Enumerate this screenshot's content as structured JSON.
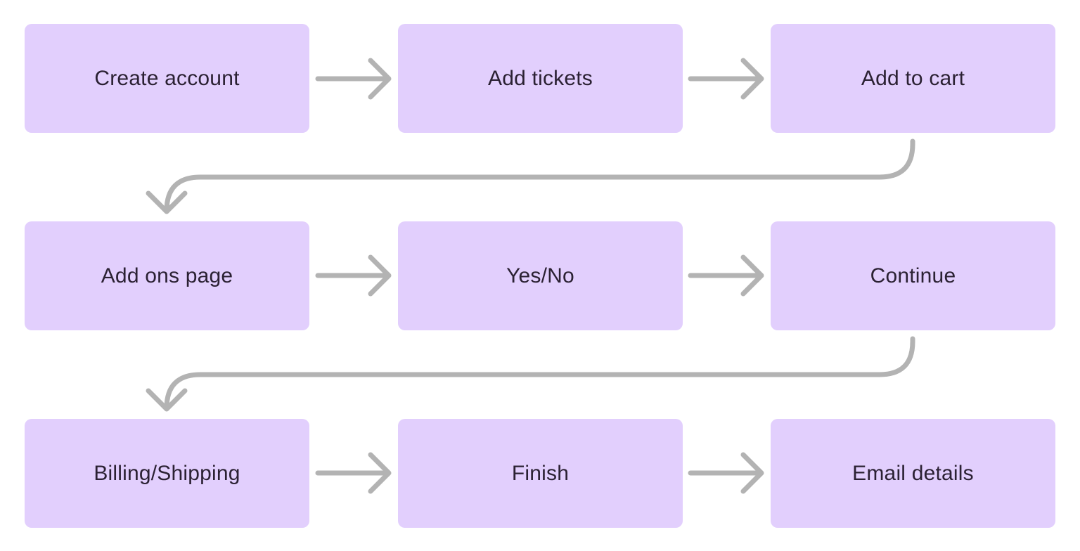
{
  "flow": {
    "nodes": [
      {
        "label": "Create account"
      },
      {
        "label": "Add tickets"
      },
      {
        "label": "Add to cart"
      },
      {
        "label": "Add ons page"
      },
      {
        "label": "Yes/No"
      },
      {
        "label": "Continue"
      },
      {
        "label": "Billing/Shipping"
      },
      {
        "label": "Finish"
      },
      {
        "label": "Email details"
      }
    ]
  },
  "colors": {
    "node_fill": "#e2cffd",
    "node_text": "#2b2133",
    "connector": "#b3b3b3",
    "background": "#ffffff"
  }
}
